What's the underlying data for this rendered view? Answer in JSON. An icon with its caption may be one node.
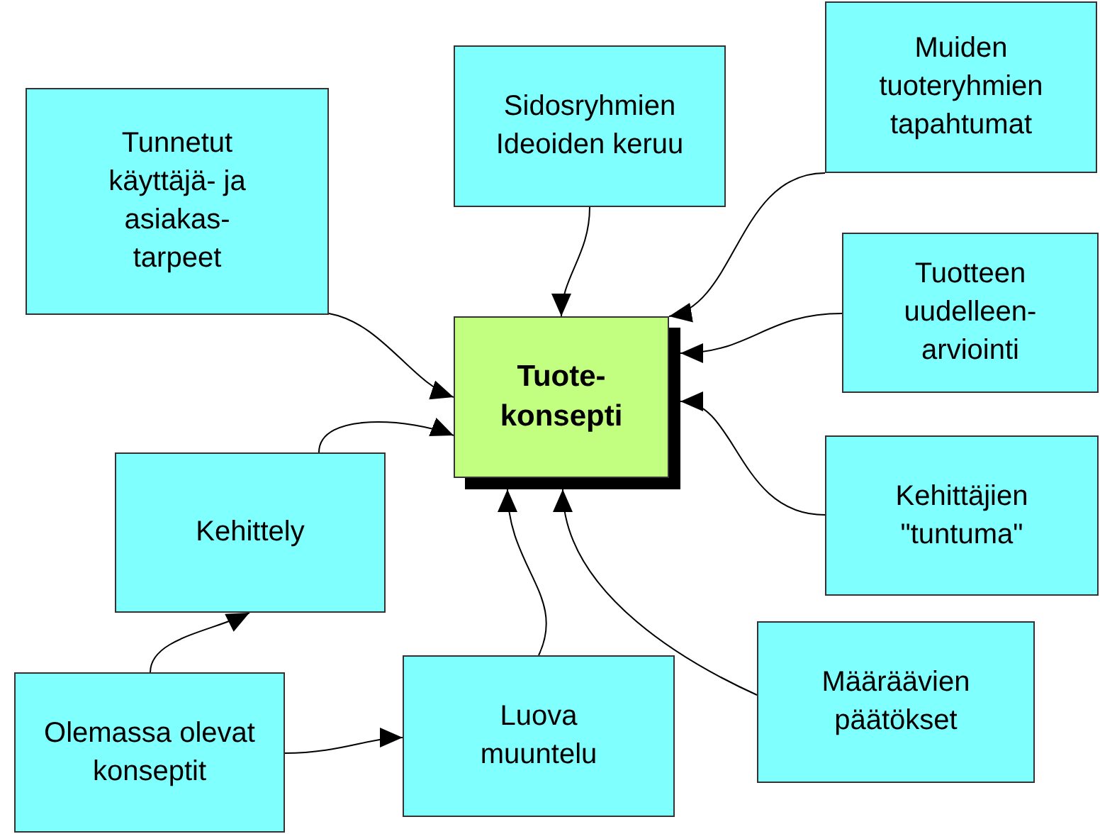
{
  "diagram": {
    "nodes": [
      {
        "text": [
          "Muiden tuoteryhmien tapahtumat"
        ]
      },
      {
        "text": [
          "Sidosryhmien Ideoiden keruu"
        ]
      },
      {
        "text": [
          "Tunnetut käyttäjä- ja asiakas- tarpeet"
        ]
      },
      {
        "text": [
          "Tuotteen uudelleen- arviointi"
        ]
      },
      {
        "text": [
          "Tuote- konsepti"
        ]
      },
      {
        "text": [
          "Kehittäjien \"tuntuma\""
        ]
      },
      {
        "text": [
          "Kehittely"
        ]
      },
      {
        "text": [
          "Määräävien päätökset"
        ]
      },
      {
        "text": [
          "Luova muuntelu"
        ]
      },
      {
        "text": [
          "Olemassa olevat konseptit"
        ]
      }
    ],
    "edges": [
      {
        "from": 2,
        "to": 4,
        "arrow": "to"
      },
      {
        "from": 6,
        "to": 4,
        "arrow": "to"
      },
      {
        "from": 1,
        "to": 4,
        "arrow": "to"
      },
      {
        "from": 0,
        "to": 4,
        "arrow": "to"
      },
      {
        "from": 3,
        "to": 4,
        "arrow": "to"
      },
      {
        "from": 5,
        "to": 4,
        "arrow": "to"
      },
      {
        "from": 8,
        "to": 4,
        "arrow": "to"
      },
      {
        "from": 7,
        "to": 4,
        "arrow": "to"
      },
      {
        "from": 9,
        "to": 6,
        "arrow": "to"
      },
      {
        "from": 9,
        "to": 8,
        "arrow": "to"
      }
    ]
  }
}
